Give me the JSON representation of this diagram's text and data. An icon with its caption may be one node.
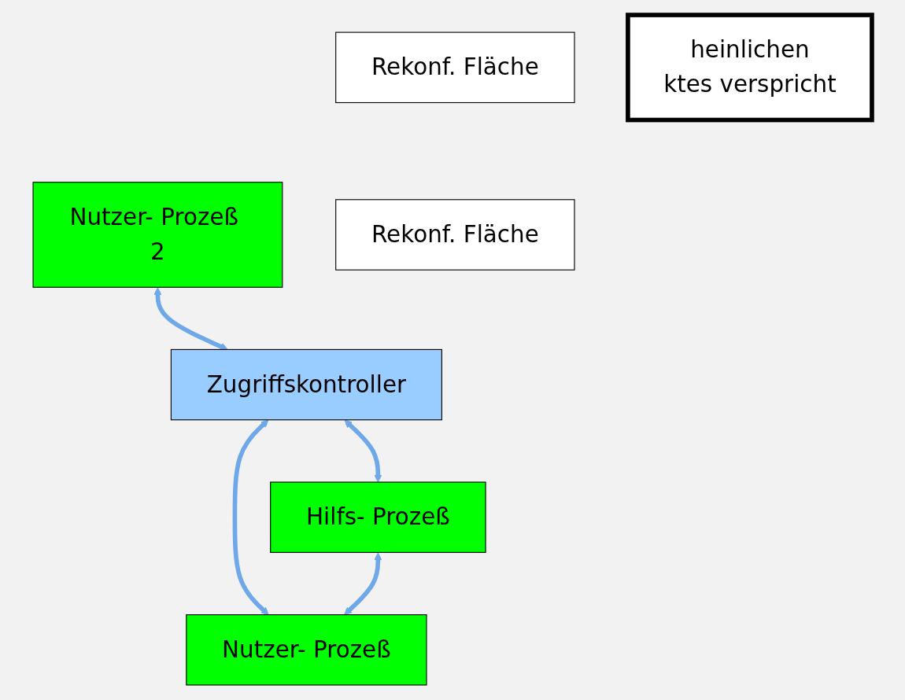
{
  "diagram": {
    "nodes": [
      {
        "text": [
          "Rekonf. Fläche"
        ]
      },
      {
        "text": [
          "Rekonf. Fläche"
        ]
      },
      {
        "text": [
          "Zugriffskontroller"
        ]
      },
      {
        "text": [
          "Nutzer- Prozeß 2"
        ]
      },
      {
        "text": [
          "Hilfs- Prozeß"
        ]
      },
      {
        "text": [
          "Nutzer- Prozeß"
        ]
      },
      {
        "text": [
          "heinlichen",
          "ktes verspricht"
        ]
      }
    ],
    "edges": [
      {
        "from": 3,
        "to": 2,
        "arrow": "both"
      },
      {
        "from": 2,
        "to": 4,
        "arrow": "both"
      },
      {
        "from": 2,
        "to": 5,
        "arrow": "both"
      },
      {
        "from": 4,
        "to": 5,
        "arrow": "both"
      }
    ]
  }
}
